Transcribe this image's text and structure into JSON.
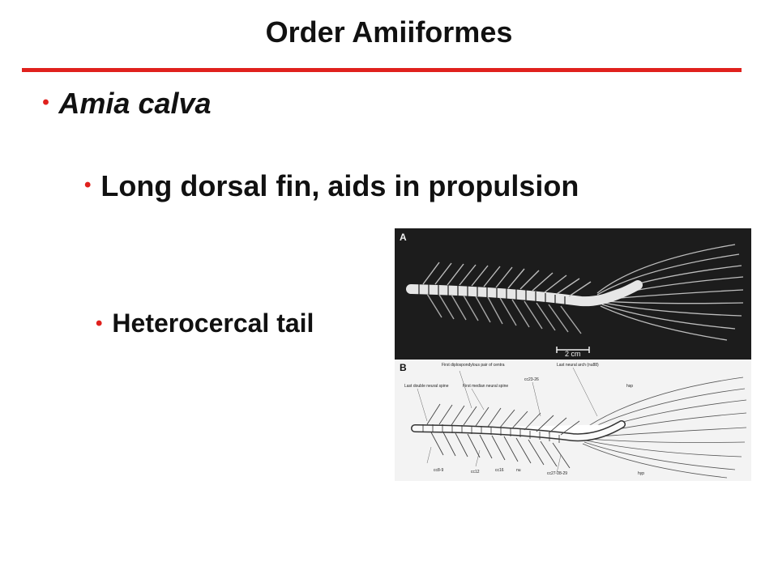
{
  "slide": {
    "title": "Order Amiiformes",
    "bullets": [
      {
        "text": "Amia calva"
      },
      {
        "text": "Long dorsal fin, aids in propulsion"
      },
      {
        "text": "Heterocercal tail"
      }
    ]
  },
  "figure": {
    "panel_a_label": "A",
    "panel_b_label": "B",
    "scale_bar_label": "2 cm",
    "annotations_b": [
      "First diplospondylous pair of centra",
      "Last neural arch (nu88)",
      "Last double neural spine",
      "First median neural spine",
      "cc23-26",
      "hsp",
      "hyp",
      "cc27-28-29",
      "nu",
      "cc8-9",
      "cc12",
      "cc16"
    ]
  },
  "colors": {
    "accent": "#e0211d",
    "text": "#111111",
    "background": "#ffffff"
  }
}
